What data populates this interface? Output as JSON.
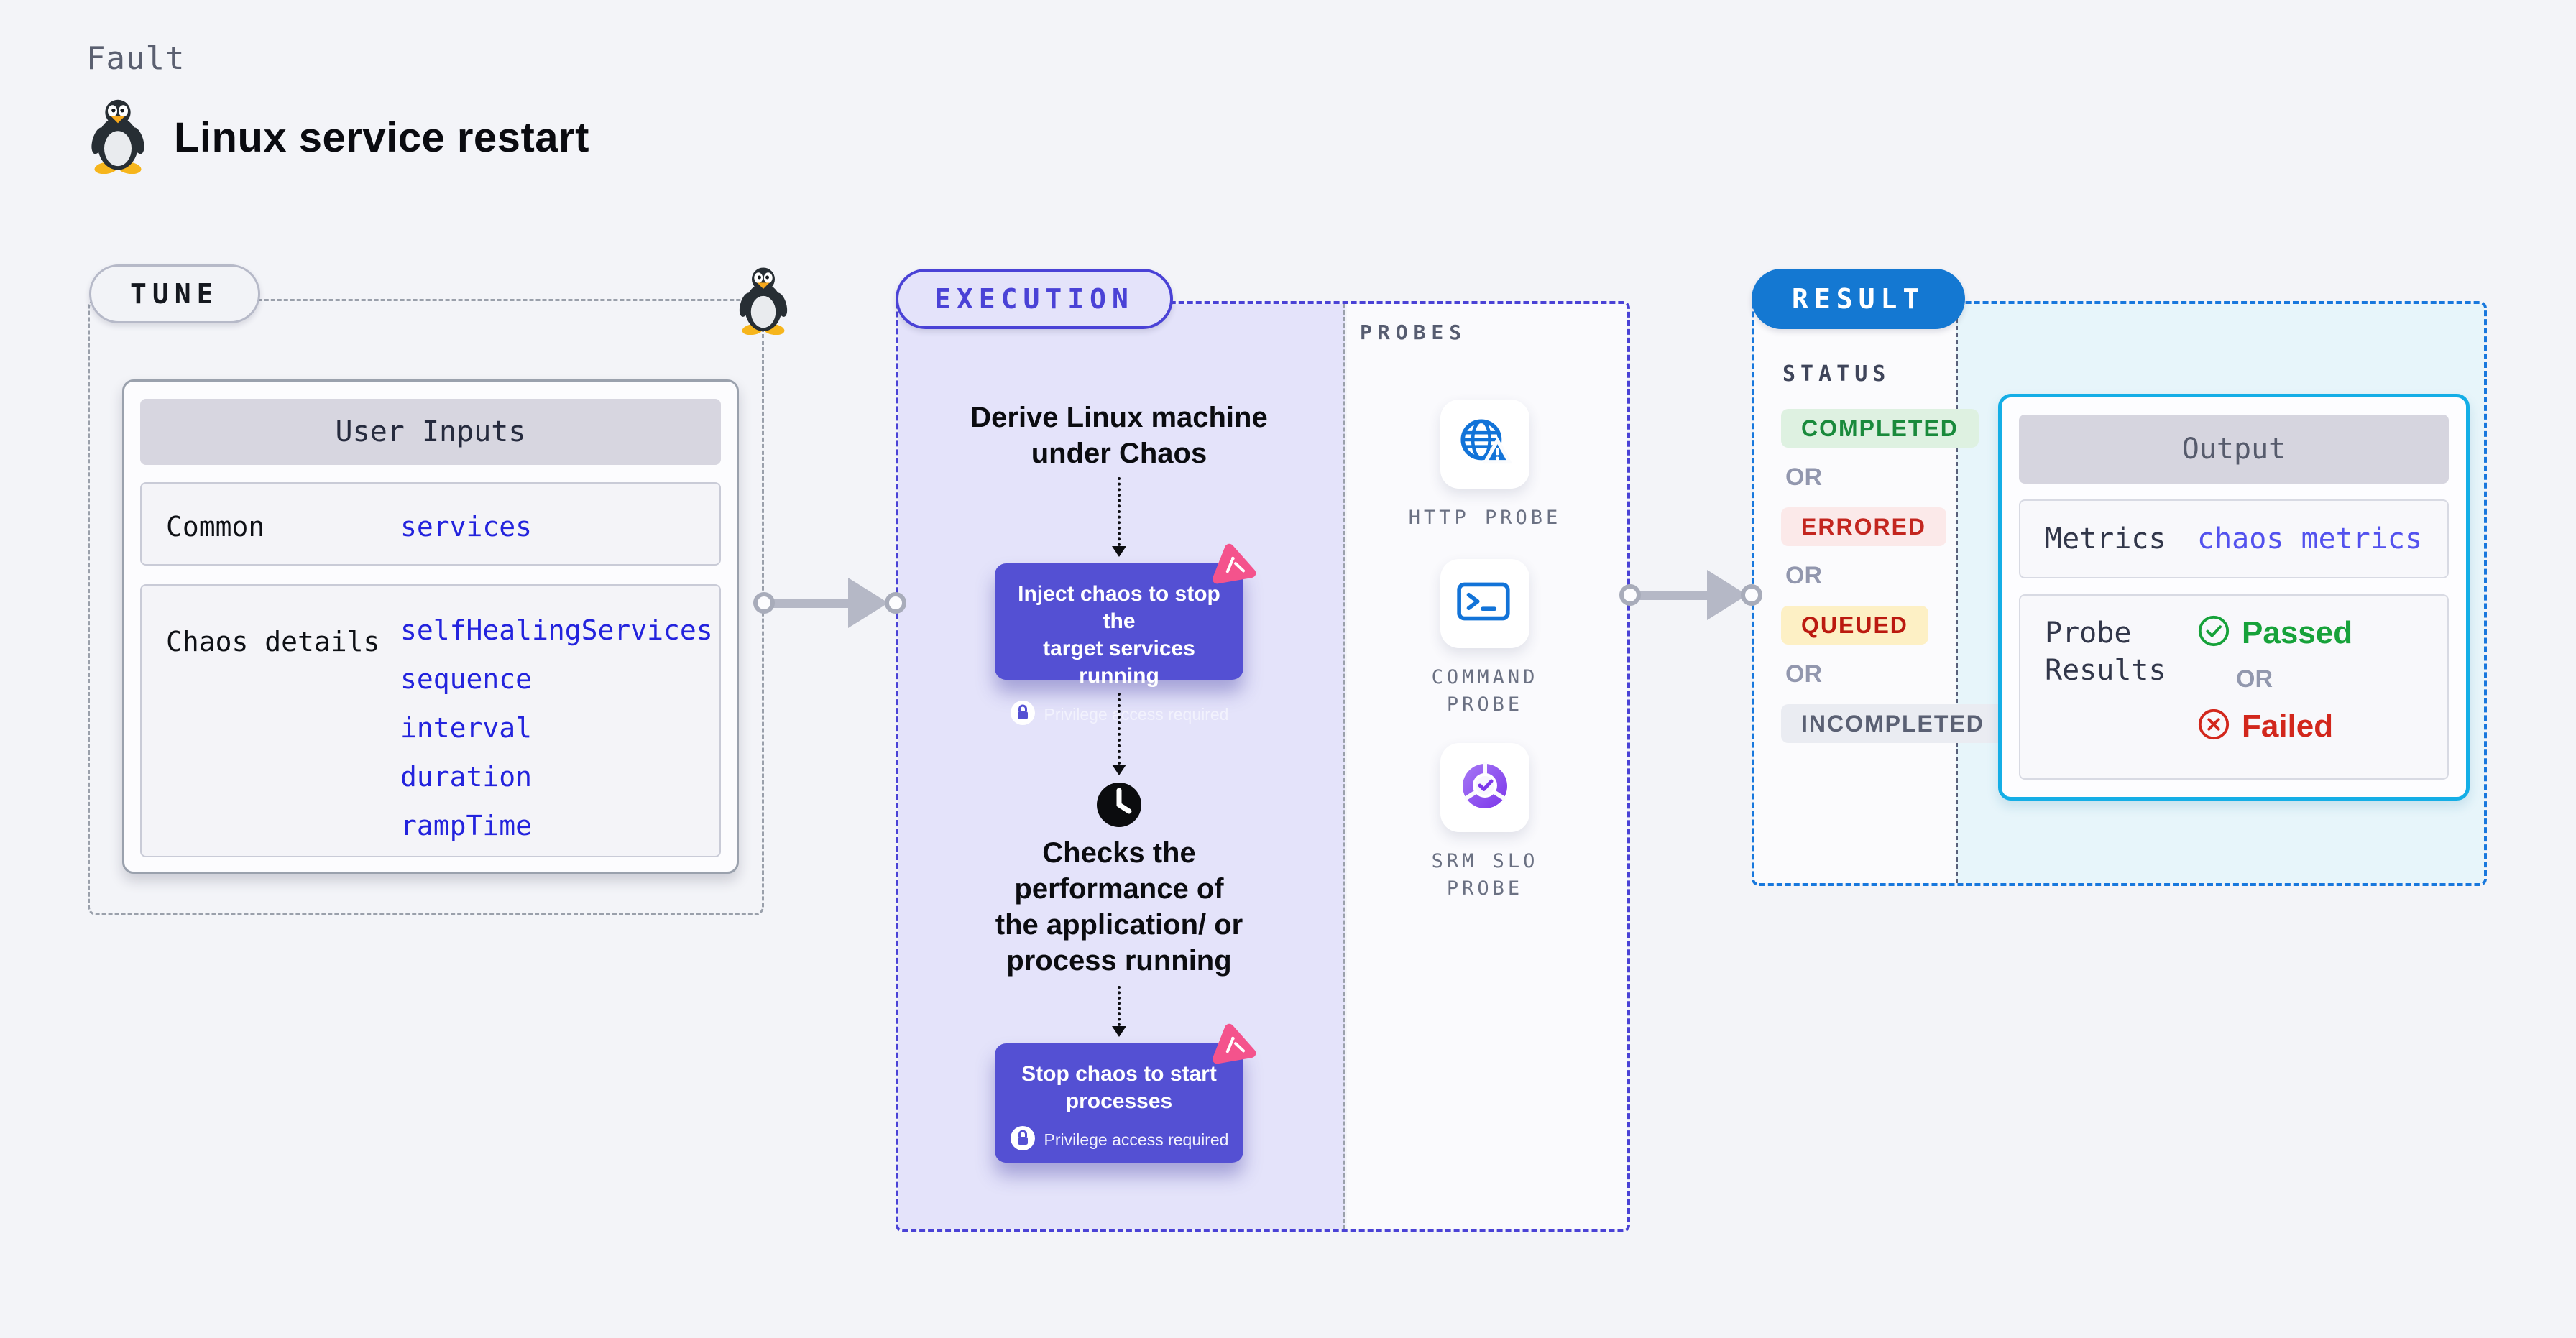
{
  "header": {
    "kicker": "Fault",
    "title": "Linux service restart"
  },
  "tune": {
    "pill": "TUNE",
    "user_inputs": {
      "header": "User Inputs",
      "rows": [
        {
          "label": "Common",
          "values": [
            "services"
          ]
        },
        {
          "label": "Chaos details",
          "values": [
            "selfHealingServices",
            "sequence",
            "interval",
            "duration",
            "rampTime"
          ]
        }
      ]
    }
  },
  "execution": {
    "pill": "EXECUTION",
    "step1": "Derive Linux machine\nunder Chaos",
    "inject_card": {
      "title": "Inject chaos to stop the\ntarget services running",
      "badge": "Privilege access required"
    },
    "step2": "Checks the\nperformance of\nthe application/ or\nprocess running",
    "stop_card": {
      "title": "Stop chaos to start\nprocesses",
      "badge": "Privilege access required"
    }
  },
  "probes": {
    "heading": "PROBES",
    "items": [
      {
        "label": "HTTP PROBE",
        "icon": "globe-warning-icon"
      },
      {
        "label": "COMMAND PROBE",
        "icon": "terminal-icon"
      },
      {
        "label": "SRM SLO PROBE",
        "icon": "slo-pie-check-icon"
      }
    ]
  },
  "result": {
    "pill": "RESULT",
    "status": {
      "heading": "STATUS",
      "separator": "OR",
      "badges": [
        {
          "text": "COMPLETED",
          "fg": "#1A8A3C",
          "bg": "#DEF1E1"
        },
        {
          "text": "ERRORED",
          "fg": "#C3261F",
          "bg": "#FBE9E9"
        },
        {
          "text": "QUEUED",
          "fg": "#BB1A10",
          "bg": "#FDF0C5"
        },
        {
          "text": "INCOMPLETED",
          "fg": "#5A6073",
          "bg": "#EAECF2"
        }
      ]
    },
    "output": {
      "header": "Output",
      "metrics_label": "Metrics",
      "metrics_value": "chaos metrics",
      "probe_results_label": "Probe Results",
      "passed": "Passed",
      "separator": "OR",
      "failed": "Failed"
    }
  },
  "colors": {
    "page_bg": "#F3F4F8",
    "accent_indigo": "#4A42D6",
    "execution_fill": "#E4E3FA",
    "card_purple": "#5450D3",
    "link_blue": "#2323DD",
    "value_indigo": "#5352EE",
    "result_blue": "#1478D2",
    "output_cyan": "#14AEE6",
    "output_fill": "#E7F5FA",
    "chaos_pink": "#F4538C",
    "probe_blue": "#1273D8",
    "slo_purple": "#7C36EA",
    "passed_green": "#17A23A",
    "failed_red": "#D2271C",
    "arrow_gray": "#B5B8C6"
  }
}
